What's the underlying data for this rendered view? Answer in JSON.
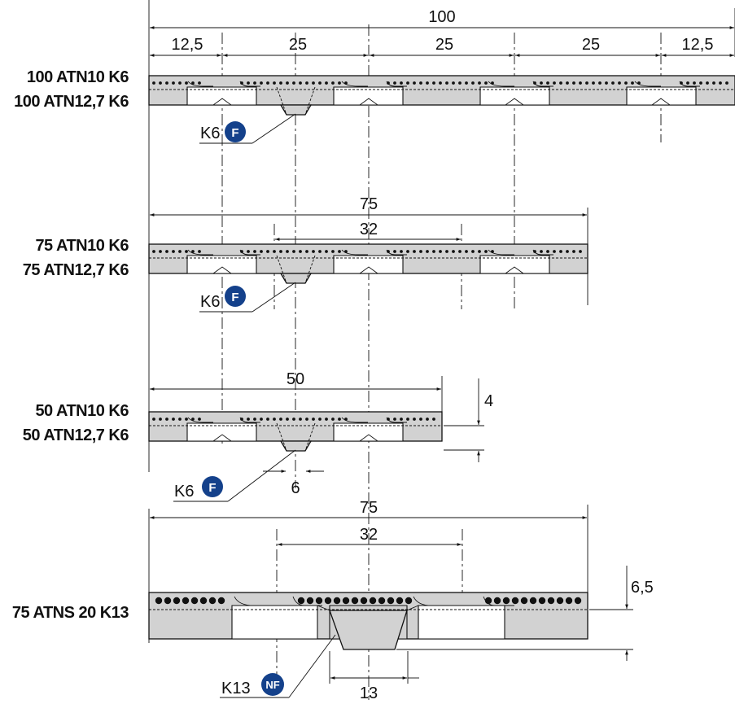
{
  "colors": {
    "belt_fill": "#d2d2d2",
    "line": "#111111",
    "badge_fill": "#14418b",
    "badge_text": "#ffffff"
  },
  "belt_100": {
    "label_line1": "100 ATN10 K6",
    "label_line2": "100 ATN12,7 K6",
    "total_width": "100",
    "segment_1": "12,5",
    "segment_2": "25",
    "segment_3": "25",
    "segment_4": "25",
    "segment_5": "12,5",
    "profile_label": "K6",
    "badge": "F"
  },
  "belt_75": {
    "label_line1": "75 ATN10 K6",
    "label_line2": "75 ATN12,7 K6",
    "total_width": "75",
    "inner_width": "32",
    "profile_label": "K6",
    "badge": "F"
  },
  "belt_50": {
    "label_line1": "50 ATN10 K6",
    "label_line2": "50 ATN12,7 K6",
    "total_width": "50",
    "thickness": "4",
    "profile_width": "6",
    "profile_label": "K6",
    "badge": "F"
  },
  "belt_75s": {
    "label": "75 ATNS 20 K13",
    "total_width": "75",
    "inner_width": "32",
    "thickness": "6,5",
    "profile_width": "13",
    "profile_label": "K13",
    "badge": "NF"
  }
}
